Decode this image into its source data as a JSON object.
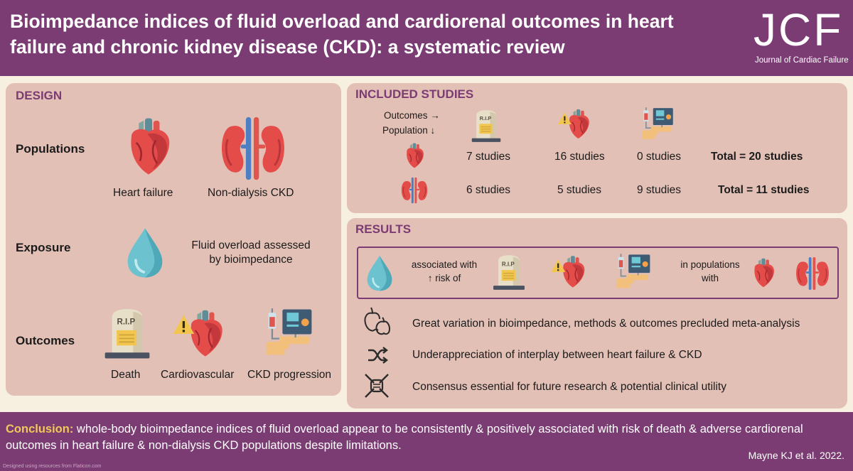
{
  "header": {
    "title": "Bioimpedance indices of fluid overload and cardiorenal outcomes in heart failure and chronic kidney disease (CKD): a systematic review",
    "journal_logo": "JCF",
    "journal_name": "Journal of Cardiac Failure"
  },
  "design": {
    "title": "DESIGN",
    "populations_label": "Populations",
    "heart_failure_label": "Heart failure",
    "ckd_label": "Non-dialysis CKD",
    "exposure_label": "Exposure",
    "exposure_text_1": "Fluid overload assessed",
    "exposure_text_2": "by bioimpedance",
    "outcomes_label": "Outcomes",
    "death_label": "Death",
    "cv_label": "Cardiovascular",
    "ckd_prog_label": "CKD progression",
    "tombstone_text": "R.I.P"
  },
  "studies": {
    "title": "INCLUDED STUDIES",
    "outcomes_arrow": "Outcomes →",
    "population_arrow": "Population ↓",
    "tombstone_text": "R.I.P",
    "rows": [
      {
        "death": "7 studies",
        "cv": "16 studies",
        "ckd": "0 studies",
        "total": "Total = 20 studies"
      },
      {
        "death": "6 studies",
        "cv": "5 studies",
        "ckd": "9 studies",
        "total": "Total = 11 studies"
      }
    ]
  },
  "results": {
    "title": "RESULTS",
    "associated_1": "associated with",
    "associated_2": "↑ risk of",
    "tombstone_text": "R.I.P",
    "populations_1": "in populations",
    "populations_2": "with",
    "points": [
      "Great variation in bioimpedance, methods & outcomes precluded meta-analysis",
      "Underappreciation of interplay between heart failure & CKD",
      "Consensus essential for future research & potential clinical utility"
    ]
  },
  "conclusion": {
    "label": "Conclusion:",
    "text": " whole-body bioimpedance indices of fluid overload appear to be consistently & positively associated with risk of death & adverse cardiorenal outcomes in heart failure & non-dialysis CKD populations despite limitations.",
    "citation": "Mayne KJ et al. 2022.",
    "credit": "Designed using resources from Flaticon.com"
  },
  "colors": {
    "header_bg": "#7b3b73",
    "panel_bg": "#e3c0b6",
    "page_bg": "#f7efdf",
    "conclusion_label": "#f1c85a"
  }
}
